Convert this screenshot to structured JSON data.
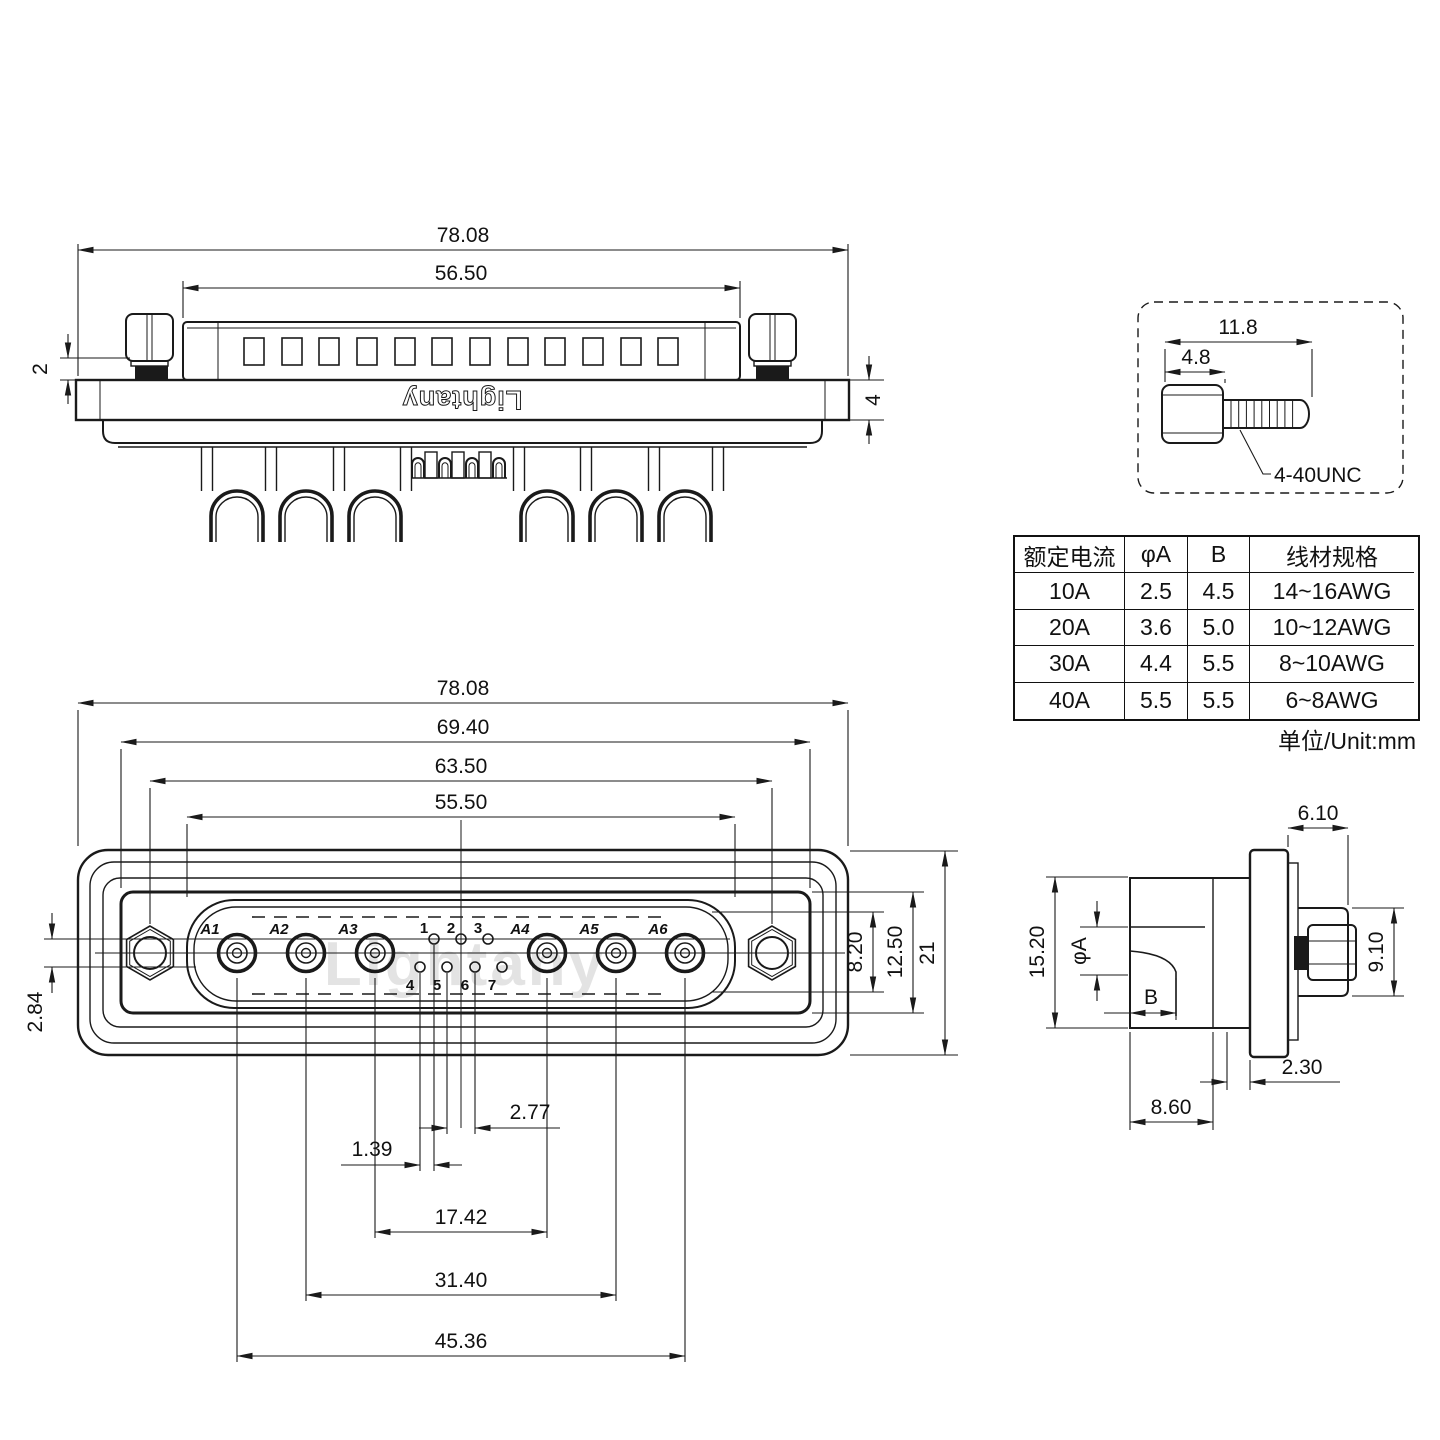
{
  "watermark": {
    "logo_top": "Lightany",
    "logo_front": "Lightany"
  },
  "top_view": {
    "dim_total_width": "78.08",
    "dim_shell_width": "56.50",
    "dim_screw_offset": "2",
    "dim_flange_thickness": "4"
  },
  "screw_detail": {
    "dim_total_length": "11.8",
    "dim_head_length": "4.8",
    "thread_spec": "4-40UNC"
  },
  "spec_table": {
    "headers": [
      "额定电流",
      "φA",
      "B",
      "线材规格"
    ],
    "rows": [
      [
        "10A",
        "2.5",
        "4.5",
        "14~16AWG"
      ],
      [
        "20A",
        "3.6",
        "5.0",
        "10~12AWG"
      ],
      [
        "30A",
        "4.4",
        "5.5",
        "8~10AWG"
      ],
      [
        "40A",
        "5.5",
        "5.5",
        "6~8AWG"
      ]
    ],
    "unit_note": "单位/Unit:mm"
  },
  "front_view": {
    "dim_total_width": "78.08",
    "dim_shell_outer_width": "69.40",
    "dim_screw_spacing": "63.50",
    "dim_face_width": "55.50",
    "dim_row_offset": "2.84",
    "dim_pin_pitch": "2.77",
    "dim_row_shift": "1.39",
    "dim_a3_a4_span": "17.42",
    "dim_a2_a5_span": "31.40",
    "dim_a1_a6_span": "45.36",
    "dim_face_height": "8.20",
    "dim_insert_height": "12.50",
    "dim_total_height": "21",
    "power_contacts": [
      "A1",
      "A2",
      "A3",
      "A4",
      "A5",
      "A6"
    ],
    "signal_contacts": [
      "1",
      "2",
      "3",
      "4",
      "5",
      "6",
      "7"
    ]
  },
  "side_view": {
    "dim_front_protrusion": "6.10",
    "dim_body_height": "15.20",
    "dim_shell_height": "9.10",
    "dim_flange_step": "2.30",
    "dim_body_depth": "8.60",
    "label_cup_diameter": "φA",
    "label_cup_depth": "B"
  }
}
